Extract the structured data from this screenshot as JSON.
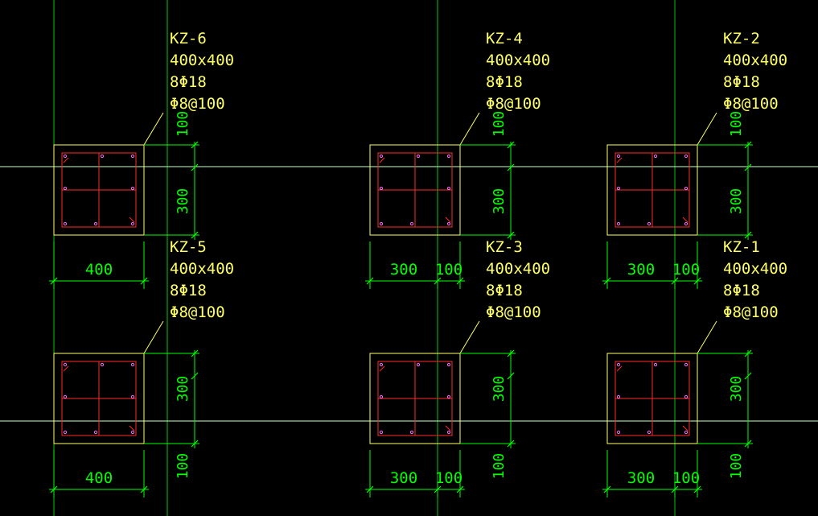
{
  "columns": [
    {
      "id": "c6",
      "name": "KZ-6",
      "size": "400x400",
      "rebar": "8Φ18",
      "stirrup": "Φ8@100",
      "dim_bottom": [
        "400"
      ],
      "dim_right": [
        "100",
        "300"
      ]
    },
    {
      "id": "c4",
      "name": "KZ-4",
      "size": "400x400",
      "rebar": "8Φ18",
      "stirrup": "Φ8@100",
      "dim_bottom": [
        "300",
        "100"
      ],
      "dim_right": [
        "100",
        "300"
      ]
    },
    {
      "id": "c2",
      "name": "KZ-2",
      "size": "400x400",
      "rebar": "8Φ18",
      "stirrup": "Φ8@100",
      "dim_bottom": [
        "300",
        "100"
      ],
      "dim_right": [
        "100",
        "300"
      ]
    },
    {
      "id": "c5",
      "name": "KZ-5",
      "size": "400x400",
      "rebar": "8Φ18",
      "stirrup": "Φ8@100",
      "dim_bottom": [
        "400"
      ],
      "dim_right": [
        "300",
        "100"
      ]
    },
    {
      "id": "c3",
      "name": "KZ-3",
      "size": "400x400",
      "rebar": "8Φ18",
      "stirrup": "Φ8@100",
      "dim_bottom": [
        "300",
        "100"
      ],
      "dim_right": [
        "300",
        "100"
      ]
    },
    {
      "id": "c1",
      "name": "KZ-1",
      "size": "400x400",
      "rebar": "8Φ18",
      "stirrup": "Φ8@100",
      "dim_bottom": [
        "300",
        "100"
      ],
      "dim_right": [
        "300",
        "100"
      ]
    }
  ],
  "colors": {
    "background": "#000000",
    "axis_vertical": "#00cc00",
    "axis_horizontal": "#ccffcc",
    "column_outline": "#ffff66",
    "rebar": "#ff2a2a",
    "dimension": "#00ff00",
    "label": "#ffff66"
  }
}
